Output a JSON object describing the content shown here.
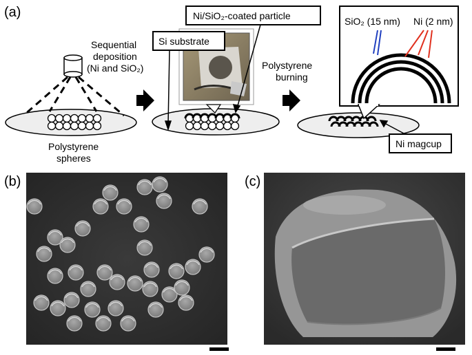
{
  "panels": {
    "a": "(a)",
    "b": "(b)",
    "c": "(c)"
  },
  "schematic": {
    "deposition_line1": "Sequential",
    "deposition_line2": "deposition",
    "deposition_line3": "(Ni and SiO₂)",
    "spheres_line1": "Polystyrene",
    "spheres_line2": "spheres",
    "coated_particle": "Ni/SiO₂-coated particle",
    "substrate": "Si substrate",
    "burning_line1": "Polystyrene",
    "burning_line2": "burning",
    "sio2_label": "SiO₂ (15 nm)",
    "ni_label": "Ni (2 nm)",
    "magcup": "Ni magcup"
  },
  "colors": {
    "sio2_lines": "#1f3fbf",
    "ni_lines": "#e0301e",
    "sem_background": "#2f2f2f",
    "sem_particle": "#9a9a9a"
  }
}
